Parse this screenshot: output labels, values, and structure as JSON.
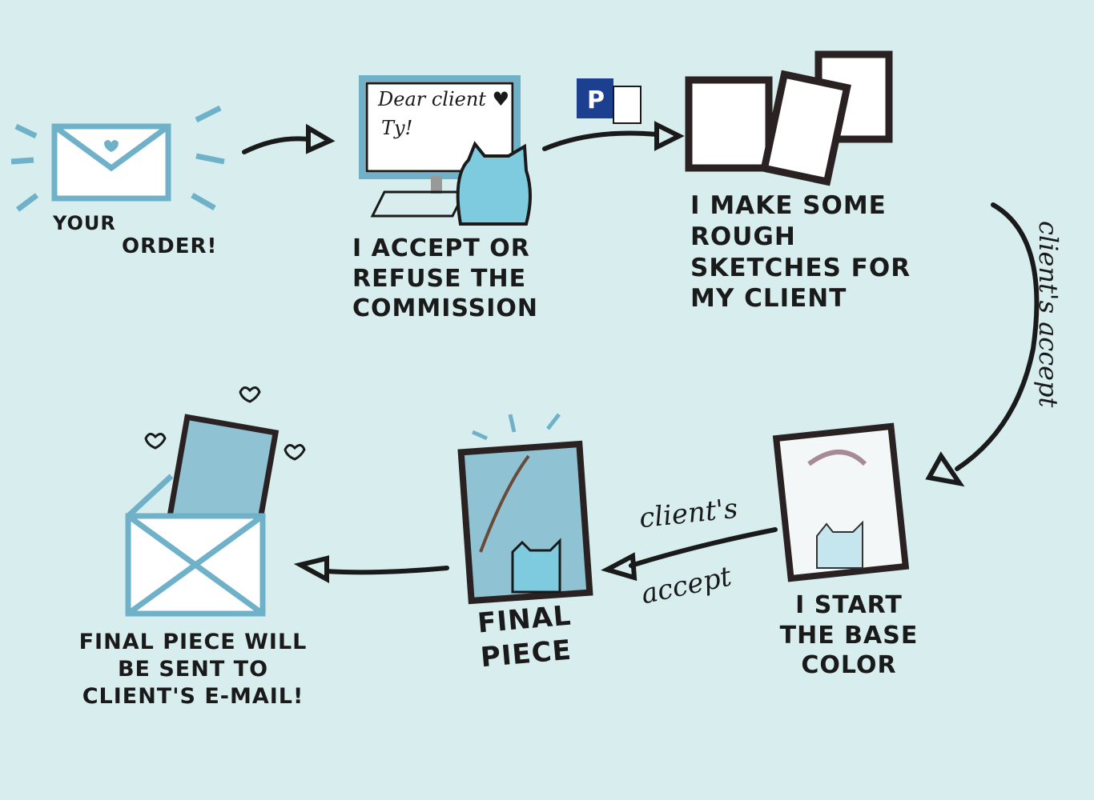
{
  "steps": {
    "order": {
      "label_line1": "YOUR",
      "label_line2": "ORDER!"
    },
    "accept": {
      "label": "I ACCEPT OR REFUSE THE COMMISSION",
      "screen_line1": "Dear client ♥",
      "screen_line2": "Ty!"
    },
    "sketches": {
      "label": "I MAKE SOME ROUGH SKETCHES FOR MY CLIENT"
    },
    "base_color": {
      "label": "I START THE BASE COLOR"
    },
    "final_piece": {
      "label": "FINAL PIECE"
    },
    "delivery": {
      "label": "FINAL PIECE WILL BE SENT TO CLIENT'S E-MAIL!"
    }
  },
  "transitions": {
    "sketch_to_base": "client's accept",
    "base_to_final_line1": "client's",
    "base_to_final_line2": "accept"
  },
  "colors": {
    "background": "#d8eeee",
    "accent": "#6fb1c8",
    "ink": "#1a1a1a",
    "paypal": "#1d3f8f"
  }
}
